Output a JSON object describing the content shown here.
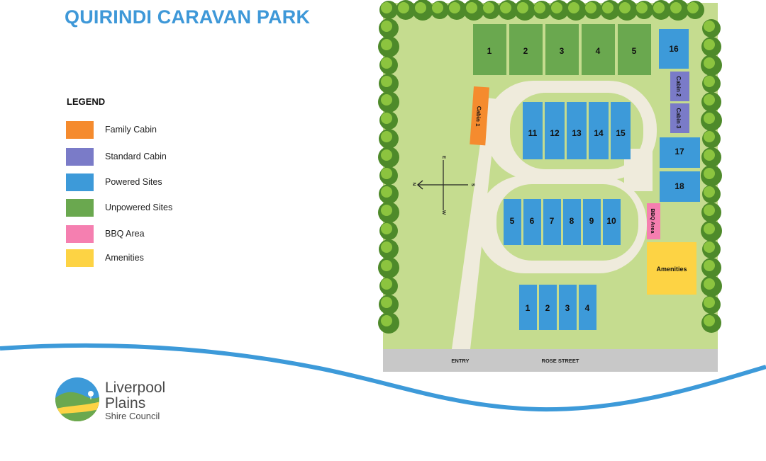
{
  "title": "QUIRINDI CARAVAN PARK",
  "legend": {
    "heading": "LEGEND",
    "items": [
      {
        "label": "Family Cabin",
        "color": "#f58b2e"
      },
      {
        "label": "Standard Cabin",
        "color": "#7a7bc8"
      },
      {
        "label": "Powered Sites",
        "color": "#3d9ad9"
      },
      {
        "label": "Unpowered Sites",
        "color": "#6aa84f"
      },
      {
        "label": "BBQ Area",
        "color": "#f57fb0"
      },
      {
        "label": "Amenities",
        "color": "#fdd344"
      }
    ]
  },
  "map": {
    "unpowered_sites": [
      "1",
      "2",
      "3",
      "4",
      "5"
    ],
    "powered_sites_top_row": [
      "11",
      "12",
      "13",
      "14",
      "15"
    ],
    "powered_sites_middle_row": [
      "5",
      "6",
      "7",
      "8",
      "9",
      "10"
    ],
    "powered_sites_bottom_row": [
      "1",
      "2",
      "3",
      "4"
    ],
    "powered_sites_east": [
      "16",
      "17",
      "18"
    ],
    "family_cabin": "Cabin 1",
    "standard_cabins": [
      "Cabin 2",
      "Cabin 3"
    ],
    "bbq": "BBQ Area",
    "amenities": "Amenities",
    "entry": "ENTRY",
    "street": "ROSE STREET",
    "compass": {
      "n": "N",
      "s": "S",
      "e": "E",
      "w": "W"
    }
  },
  "logo": {
    "line1": "Liverpool",
    "line2": "Plains",
    "line3": "Shire Council"
  },
  "colors": {
    "grass": "#c5dc8f",
    "road": "#efebdc",
    "street": "#c8c8c8",
    "tree_dark": "#4e8a2a",
    "tree_light": "#8cc43f",
    "wave": "#3d9ad9",
    "title": "#3e98d8"
  }
}
